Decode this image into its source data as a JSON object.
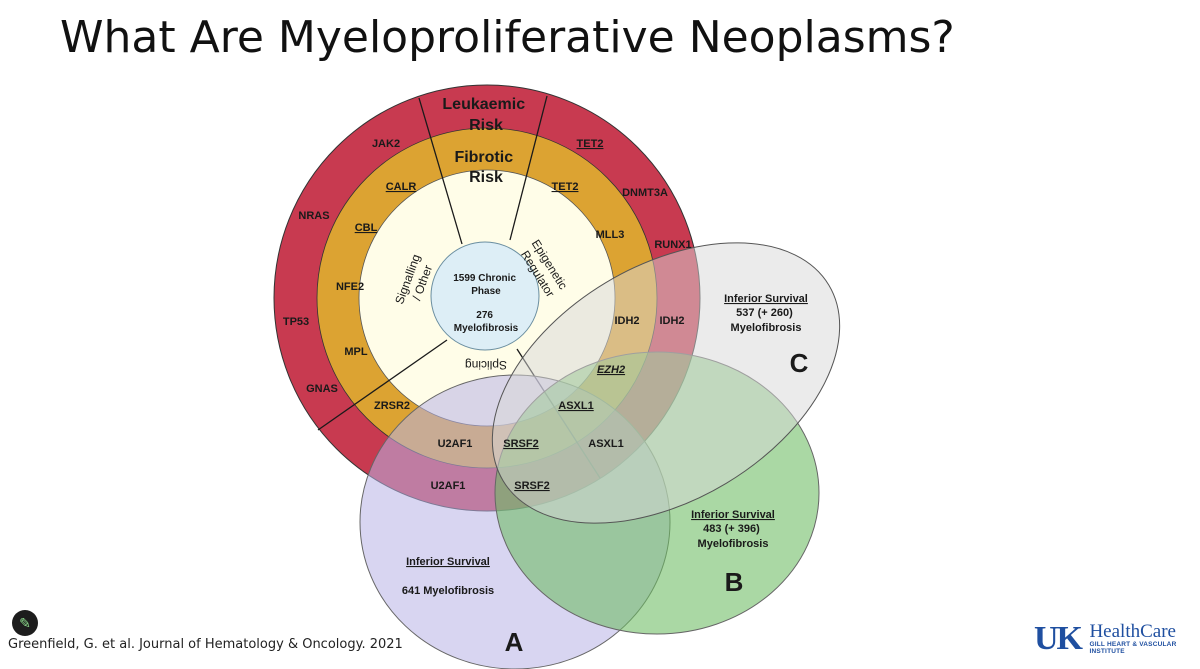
{
  "title": "What Are Myeloproliferative Neoplasms?",
  "colors": {
    "outer_ring": "#c83a50",
    "middle_ring": "#dca332",
    "inner_ring": "#fffde8",
    "center_circle": "#ddeef6",
    "set_a": "#b8b2e6",
    "set_b": "#6dbb62",
    "set_c": "#e2e2e2"
  },
  "ring_labels": {
    "leukaemic_risk": [
      "Leukaemic",
      "Risk"
    ],
    "fibrotic_risk": [
      "Fibrotic",
      "Risk"
    ],
    "signalling": [
      "Signalling",
      "/ Other"
    ],
    "epigenetic": [
      "Epigenetic",
      "Regulator"
    ],
    "splicing": "Splicing"
  },
  "center": {
    "chronic": [
      "1599 Chronic",
      "Phase"
    ],
    "myelofibrosis": [
      "276",
      "Myelofibrosis"
    ]
  },
  "genes": {
    "jak2": "JAK2",
    "nras": "NRAS",
    "tp53": "TP53",
    "gnas": "GNAS",
    "tet2_outer": "TET2",
    "dnmt3a": "DNMT3A",
    "runx1": "RUNX1",
    "idh2_outer": "IDH2",
    "u2af1_outer": "U2AF1",
    "srsf2_outer": "SRSF2",
    "calr": "CALR",
    "cbl": "CBL",
    "nfe2": "NFE2",
    "mpl": "MPL",
    "zrsr2": "ZRSR2",
    "tet2_mid": "TET2",
    "mll3": "MLL3",
    "idh2_mid": "IDH2",
    "ezh2": "EZH2",
    "asxl1_inner": "ASXL1",
    "asxl1_mid": "ASXL1",
    "u2af1_mid": "U2AF1",
    "srsf2_mid": "SRSF2"
  },
  "sets": {
    "a": {
      "letter": "A",
      "heading": "Inferior Survival",
      "lines": [
        "641 Myelofibrosis"
      ]
    },
    "b": {
      "letter": "B",
      "heading": "Inferior Survival",
      "lines": [
        "483 (+ 396)",
        "Myelofibrosis"
      ]
    },
    "c": {
      "letter": "C",
      "heading": "Inferior Survival",
      "lines": [
        "537 (+ 260)",
        "Myelofibrosis"
      ]
    }
  },
  "citation": "Greenfield, G. et al. Journal of Hematology & Oncology. 2021",
  "logo": {
    "uk": "UK",
    "name": "HealthCare",
    "sub": [
      "GILL HEART & VASCULAR",
      "INSTITUTE"
    ]
  }
}
